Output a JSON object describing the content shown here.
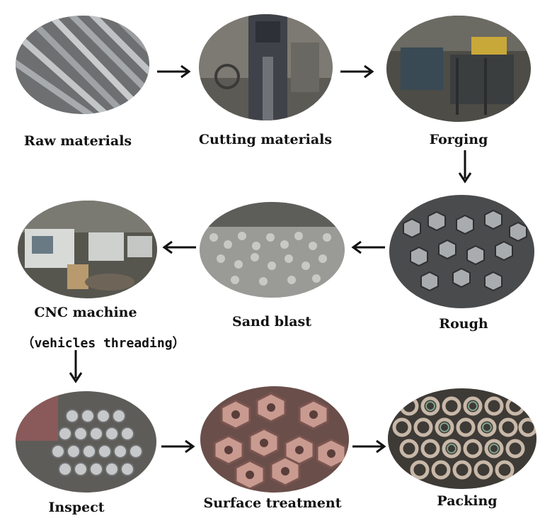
{
  "steps": [
    {
      "id": "raw",
      "label": "Raw materials"
    },
    {
      "id": "cut",
      "label": "Cutting materials"
    },
    {
      "id": "forge",
      "label": "Forging"
    },
    {
      "id": "rough",
      "label": "Rough"
    },
    {
      "id": "sand",
      "label": "Sand blast"
    },
    {
      "id": "cnc",
      "label": "CNC machine",
      "sublabel": "（vehicles threading）"
    },
    {
      "id": "inspect",
      "label": "Inspect"
    },
    {
      "id": "surface",
      "label": "Surface treatment"
    },
    {
      "id": "packing",
      "label": "Packing"
    }
  ],
  "colors": {
    "arrow": "#111111",
    "steel": "#9aa0a6",
    "copper": "#b07a6e",
    "factory": "#4a4a44"
  }
}
